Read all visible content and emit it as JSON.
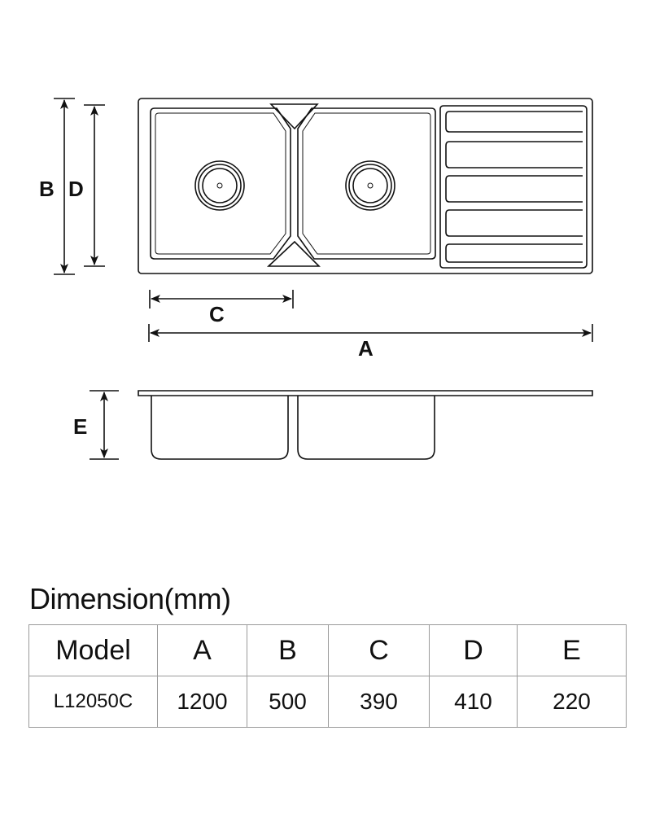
{
  "dimension_labels": {
    "a": "A",
    "b": "B",
    "c": "C",
    "d": "D",
    "e": "E"
  },
  "table": {
    "title": "Dimension(mm)",
    "headers": [
      "Model",
      "A",
      "B",
      "C",
      "D",
      "E"
    ],
    "rows": [
      [
        "L12050C",
        "1200",
        "500",
        "390",
        "410",
        "220"
      ]
    ]
  }
}
